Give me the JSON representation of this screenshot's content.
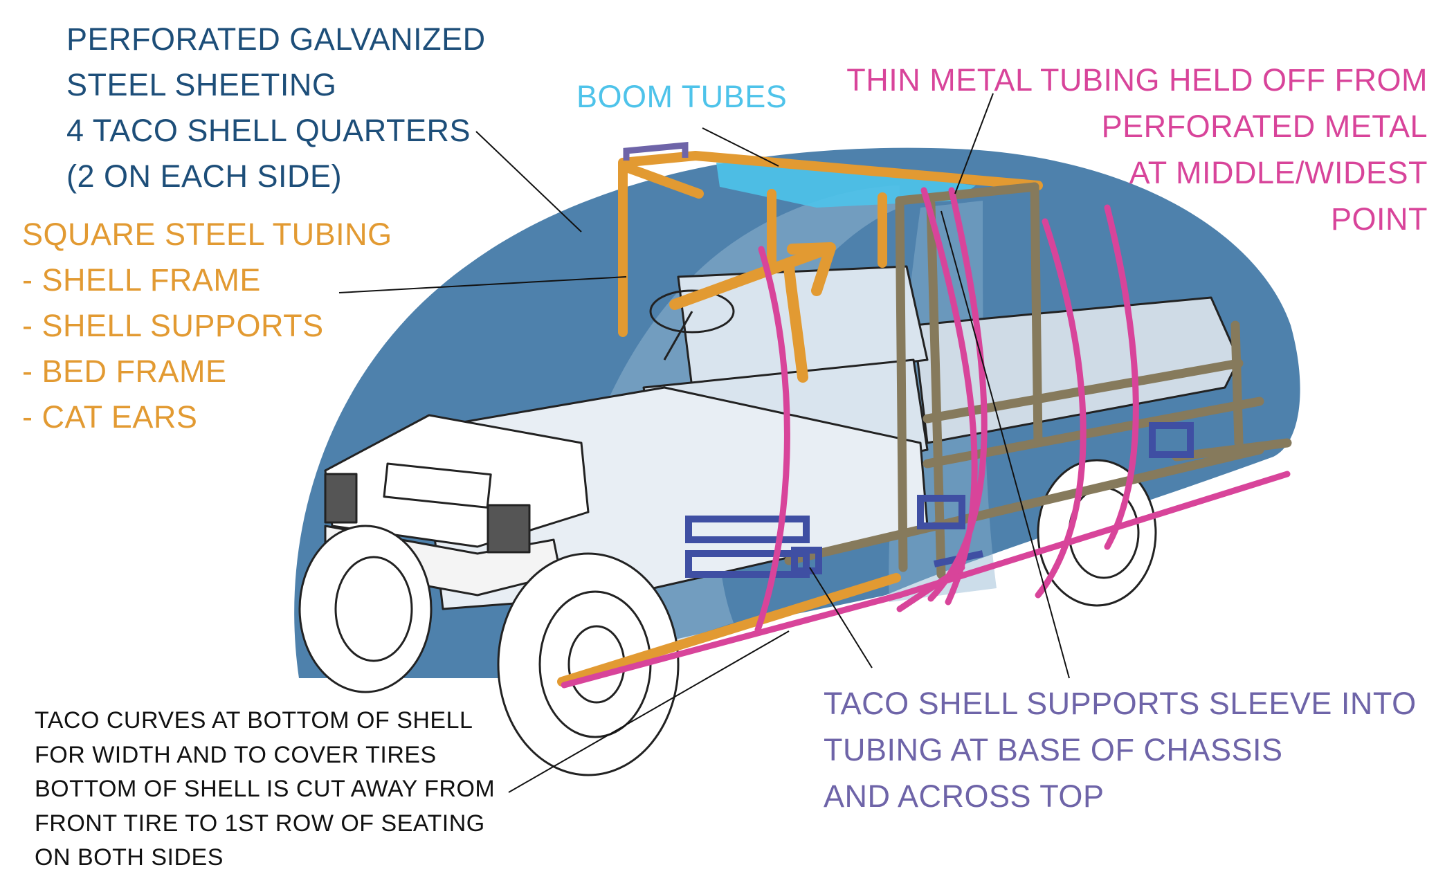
{
  "colors": {
    "steel_sheeting": "#1d4e79",
    "boom_tubes": "#4ec3ea",
    "thin_tubing": "#d8449a",
    "square_tubing": "#e29a32",
    "shell_supports": "#6e64a8",
    "taco_notes": "#111111",
    "shell_fill": "#2f6b9e",
    "tan_frame": "#867a5c",
    "navy_sleeve": "#3f4fa3"
  },
  "labels": {
    "steel_sheeting": {
      "lines": [
        "PERFORATED GALVANIZED",
        "STEEL SHEETING",
        "4 TACO SHELL QUARTERS",
        "(2 ON EACH SIDE)"
      ]
    },
    "boom_tubes": {
      "lines": [
        "BOOM TUBES"
      ]
    },
    "thin_tubing": {
      "lines": [
        "THIN METAL TUBING HELD OFF FROM",
        "PERFORATED METAL",
        "AT MIDDLE/WIDEST",
        "POINT"
      ]
    },
    "square_tubing": {
      "lines": [
        "SQUARE STEEL TUBING",
        "- SHELL FRAME",
        "- SHELL SUPPORTS",
        "- BED FRAME",
        "- CAT EARS"
      ]
    },
    "shell_supports": {
      "lines": [
        "TACO SHELL SUPPORTS SLEEVE INTO",
        "TUBING AT BASE OF CHASSIS",
        "AND ACROSS TOP"
      ]
    },
    "taco_curves": {
      "lines": [
        "TACO CURVES AT BOTTOM OF SHELL",
        "FOR WIDTH AND TO COVER TIRES",
        "BOTTOM OF SHELL IS CUT AWAY FROM",
        "FRONT TIRE TO 1ST ROW OF SEATING",
        "ON BOTH SIDES"
      ]
    }
  },
  "icons": [
    "golf-cart-illustration",
    "curved-arrow-icon"
  ]
}
